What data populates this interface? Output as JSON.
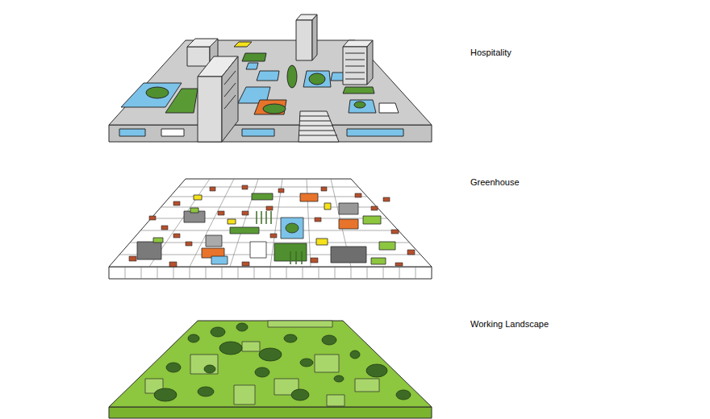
{
  "diagram": {
    "labels": [
      "Hospitality",
      "Greenhouse",
      "Working Landscape"
    ]
  }
}
